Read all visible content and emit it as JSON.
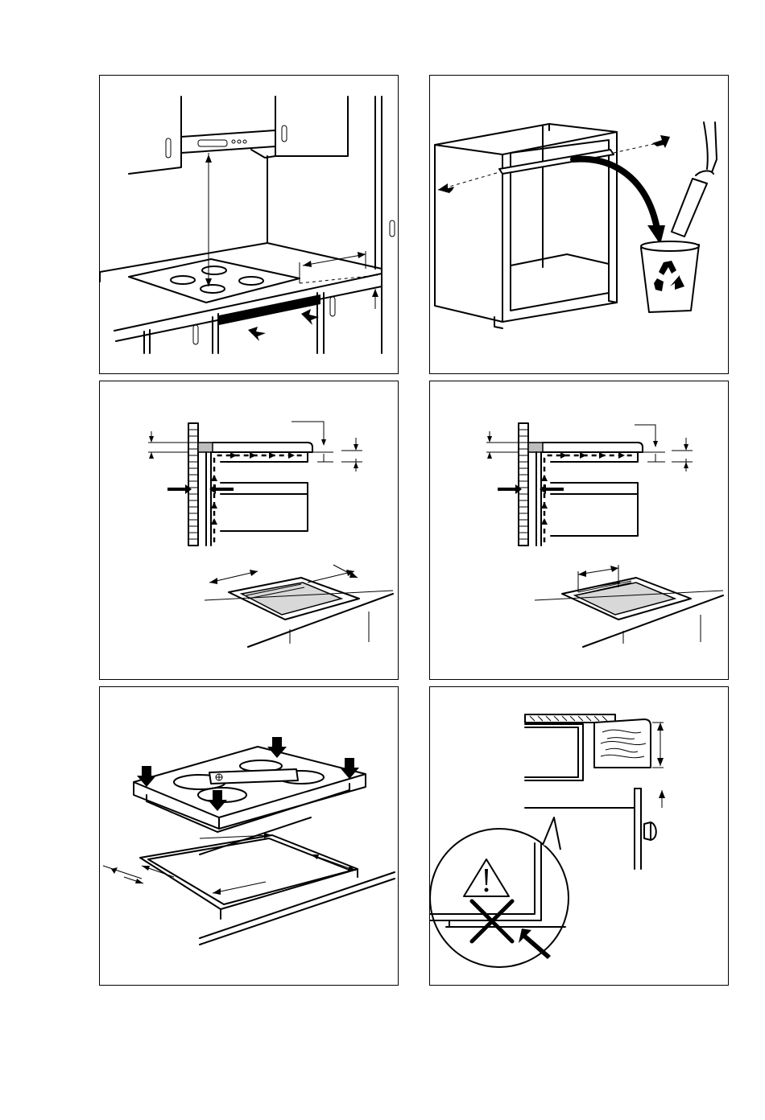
{
  "figure": {
    "panels": [
      {
        "id": "hob-installation-overview"
      },
      {
        "id": "cabinet-panel-removal-recycling"
      },
      {
        "id": "ventilation-clearance-drawer-unit"
      },
      {
        "id": "ventilation-clearance-oven-unit"
      },
      {
        "id": "hob-insertion-cutout"
      },
      {
        "id": "worktop-edge-warning"
      }
    ],
    "colors": {
      "line": "#000000",
      "fill": "#ffffff",
      "shade": "#bdbdbd"
    }
  }
}
